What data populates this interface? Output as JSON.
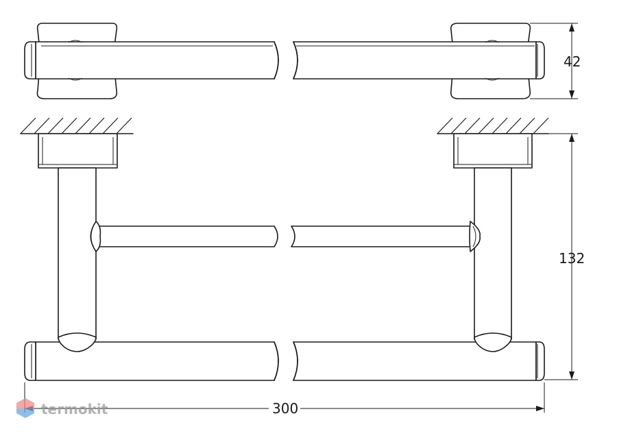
{
  "dimensions": {
    "height_top_view": "42",
    "projection_depth": "132",
    "overall_width": "300"
  },
  "watermark": {
    "brand": "termokit",
    "colors": {
      "top": "#f28a8a",
      "bottom": "#6aa9e0",
      "text": "#9a9a9a"
    }
  },
  "line_color": "#1a1a1a"
}
